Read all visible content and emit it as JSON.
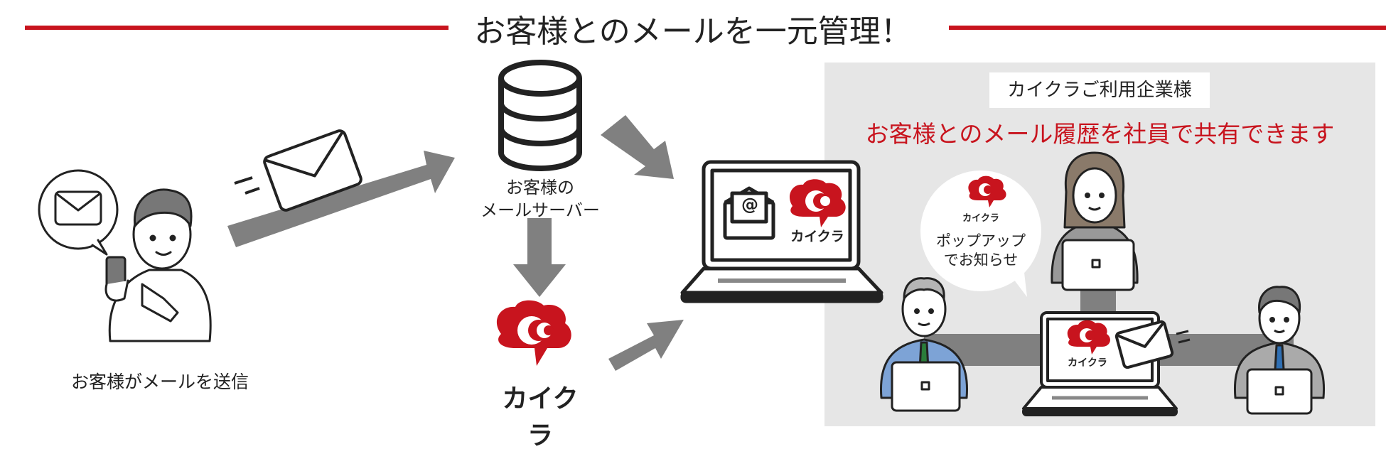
{
  "title": "お客様とのメールを一元管理！",
  "colors": {
    "accent": "#c8141e",
    "arrow_gray": "#808080",
    "panel_bg": "#e6e6e6",
    "outline": "#222222"
  },
  "customer": {
    "caption": "お客様がメールを送信"
  },
  "mail_server": {
    "caption_line1": "お客様の",
    "caption_line2": "メールサーバー"
  },
  "kaikura": {
    "logo_text": "カイクラ"
  },
  "laptop": {
    "email_icon": "@"
  },
  "company": {
    "label": "カイクラご利用企業様",
    "message": "お客様とのメール履歴を社員で共有できます",
    "bubble_line1": "ポップアップ",
    "bubble_line2": "でお知らせ"
  }
}
